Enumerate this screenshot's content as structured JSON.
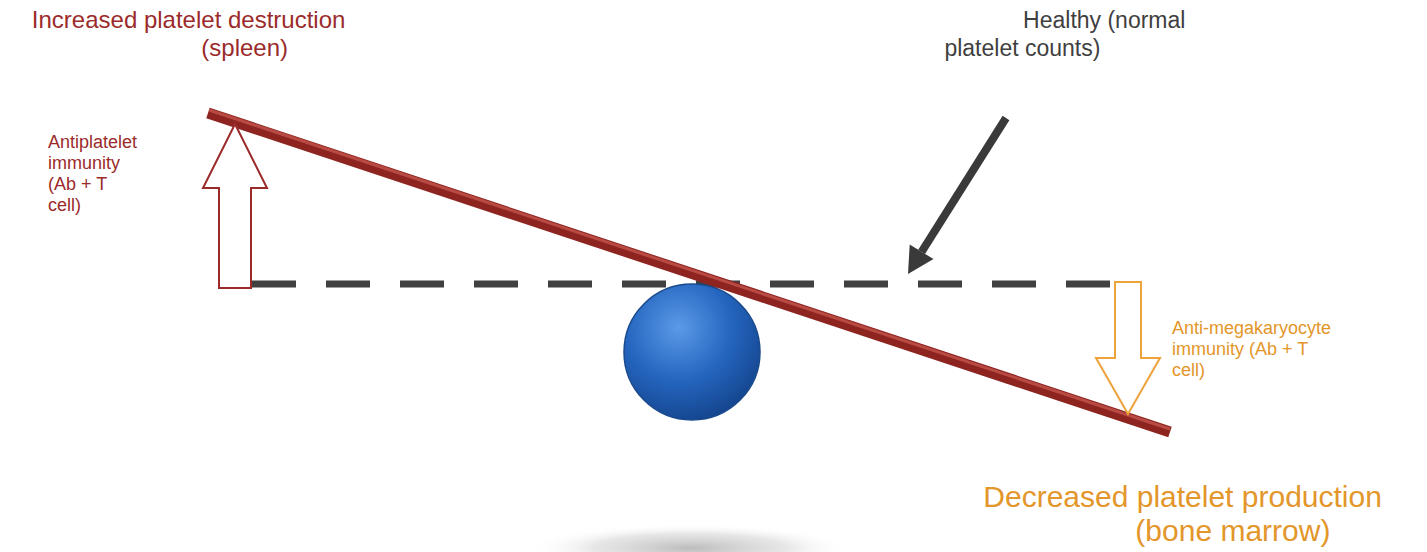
{
  "diagram": {
    "labels": [
      "Increased platelet destruction (spleen)",
      "Healthy (normal platelet counts)",
      "Antiplatelet immunity (Ab + T cell)",
      "Anti-megakaryocyte immunity (Ab + T cell)",
      "Decreased platelet production (bone marrow)"
    ]
  }
}
